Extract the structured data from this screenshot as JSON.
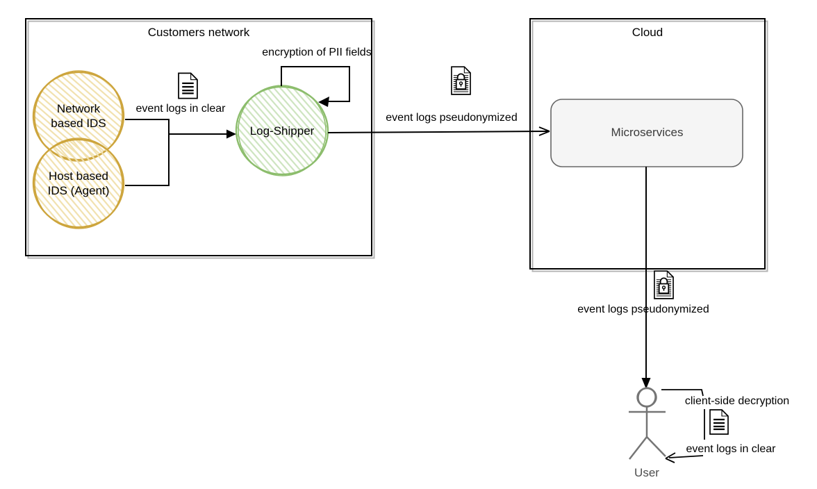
{
  "colors": {
    "box-stroke": "#000000",
    "box-shadow": "#b3b3b3",
    "connector": "#000000",
    "ids-yellow-stroke": "#cda53d",
    "ids-yellow-hatch": "#f1e1ae",
    "shipper-green-stroke": "#8cbd6c",
    "shipper-green-hatch": "#cde4bf",
    "microservices-fill": "#f5f5f5",
    "microservices-stroke": "#666666",
    "text-secondary": "#3b3b3b",
    "user-stroke": "#757575"
  },
  "customers_network": {
    "title": "Customers network",
    "network_ids_label": "Network based IDS",
    "host_ids_label": "Host based IDS (Agent)",
    "log_shipper_label": "Log-Shipper",
    "event_logs_in_clear_label": "event logs in clear",
    "encryption_of_pii_label": "encryption of PII fields"
  },
  "cloud": {
    "title": "Cloud",
    "microservices_label": "Microservices"
  },
  "flows": {
    "shipper_to_cloud_label": "event logs pseudonymized",
    "cloud_to_user_label": "event logs pseudonymized",
    "client_side_decryption_label": "client-side decryption",
    "user_event_logs_in_clear_label": "event logs in clear"
  },
  "user": {
    "label": "User"
  },
  "icons": {
    "clear_document": "document-icon",
    "encrypted_document": "encrypted-document-icon"
  }
}
